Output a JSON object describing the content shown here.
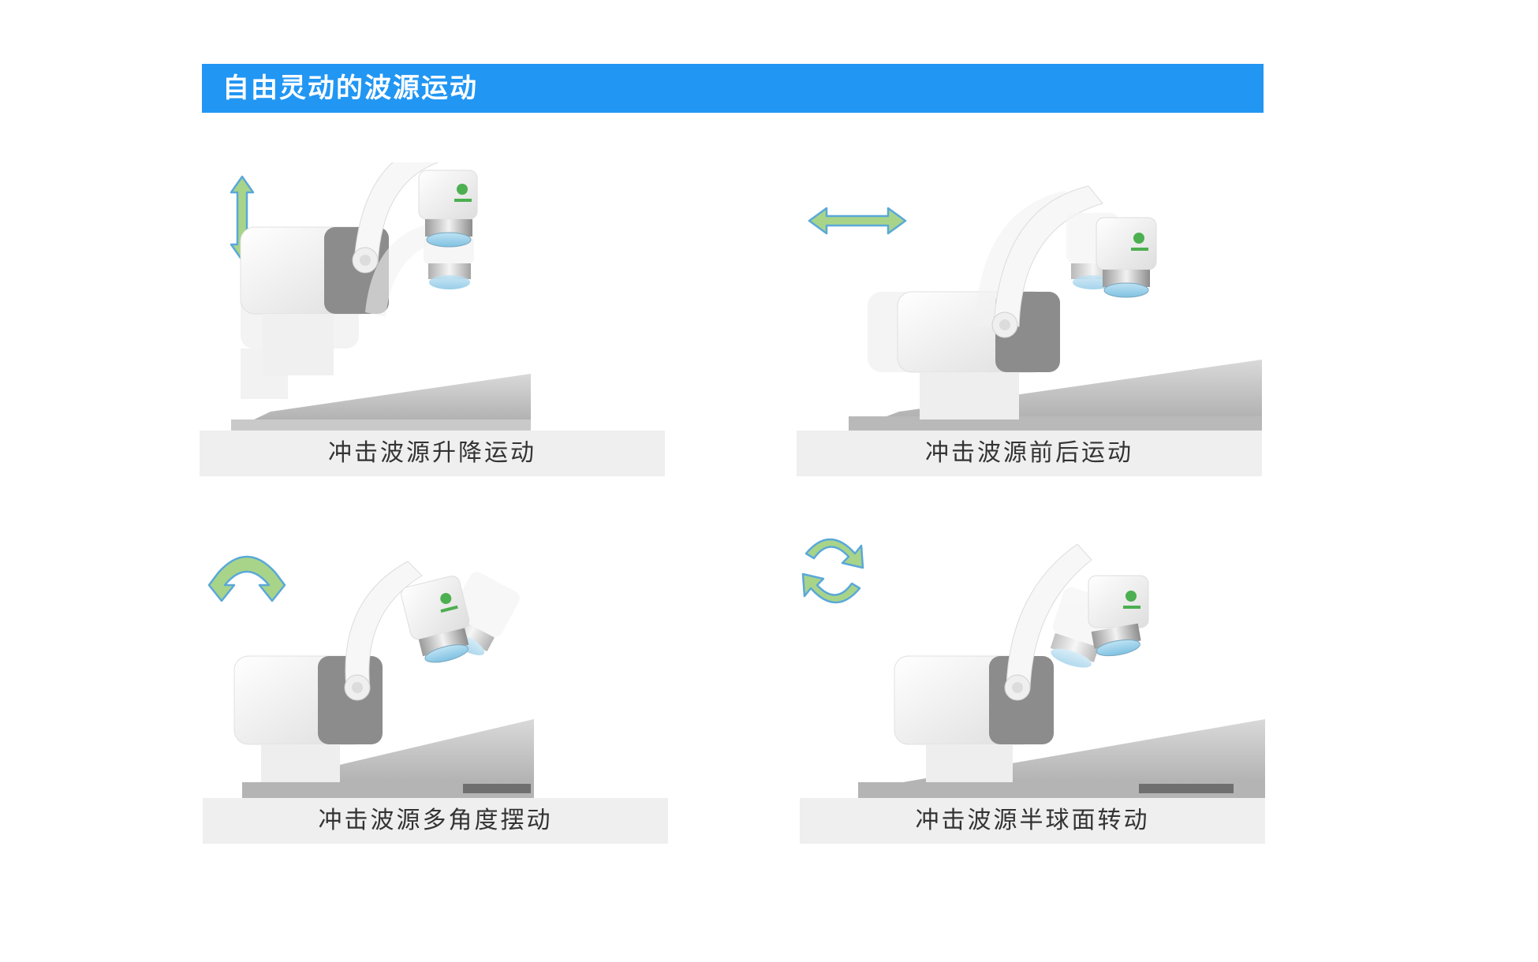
{
  "header": {
    "title": "自由灵动的波源运动"
  },
  "panels": [
    {
      "caption": "冲击波源升降运动",
      "motion_icon": "vertical-double-arrow-icon"
    },
    {
      "caption": "冲击波源前后运动",
      "motion_icon": "horizontal-double-arrow-icon"
    },
    {
      "caption": "冲击波源多角度摆动",
      "motion_icon": "arc-swing-arrow-icon"
    },
    {
      "caption": "冲击波源半球面转动",
      "motion_icon": "circular-rotate-arrows-icon"
    }
  ],
  "colors": {
    "header_bg": "#2196f3",
    "header_text": "#ffffff",
    "arrow_fill": "#a8d48a",
    "arrow_stroke": "#5aa8d8",
    "caption_bg": "#efefef",
    "device_white": "#f4f4f4",
    "device_gray": "#8a8a8a",
    "logo_green": "#4caf50"
  }
}
